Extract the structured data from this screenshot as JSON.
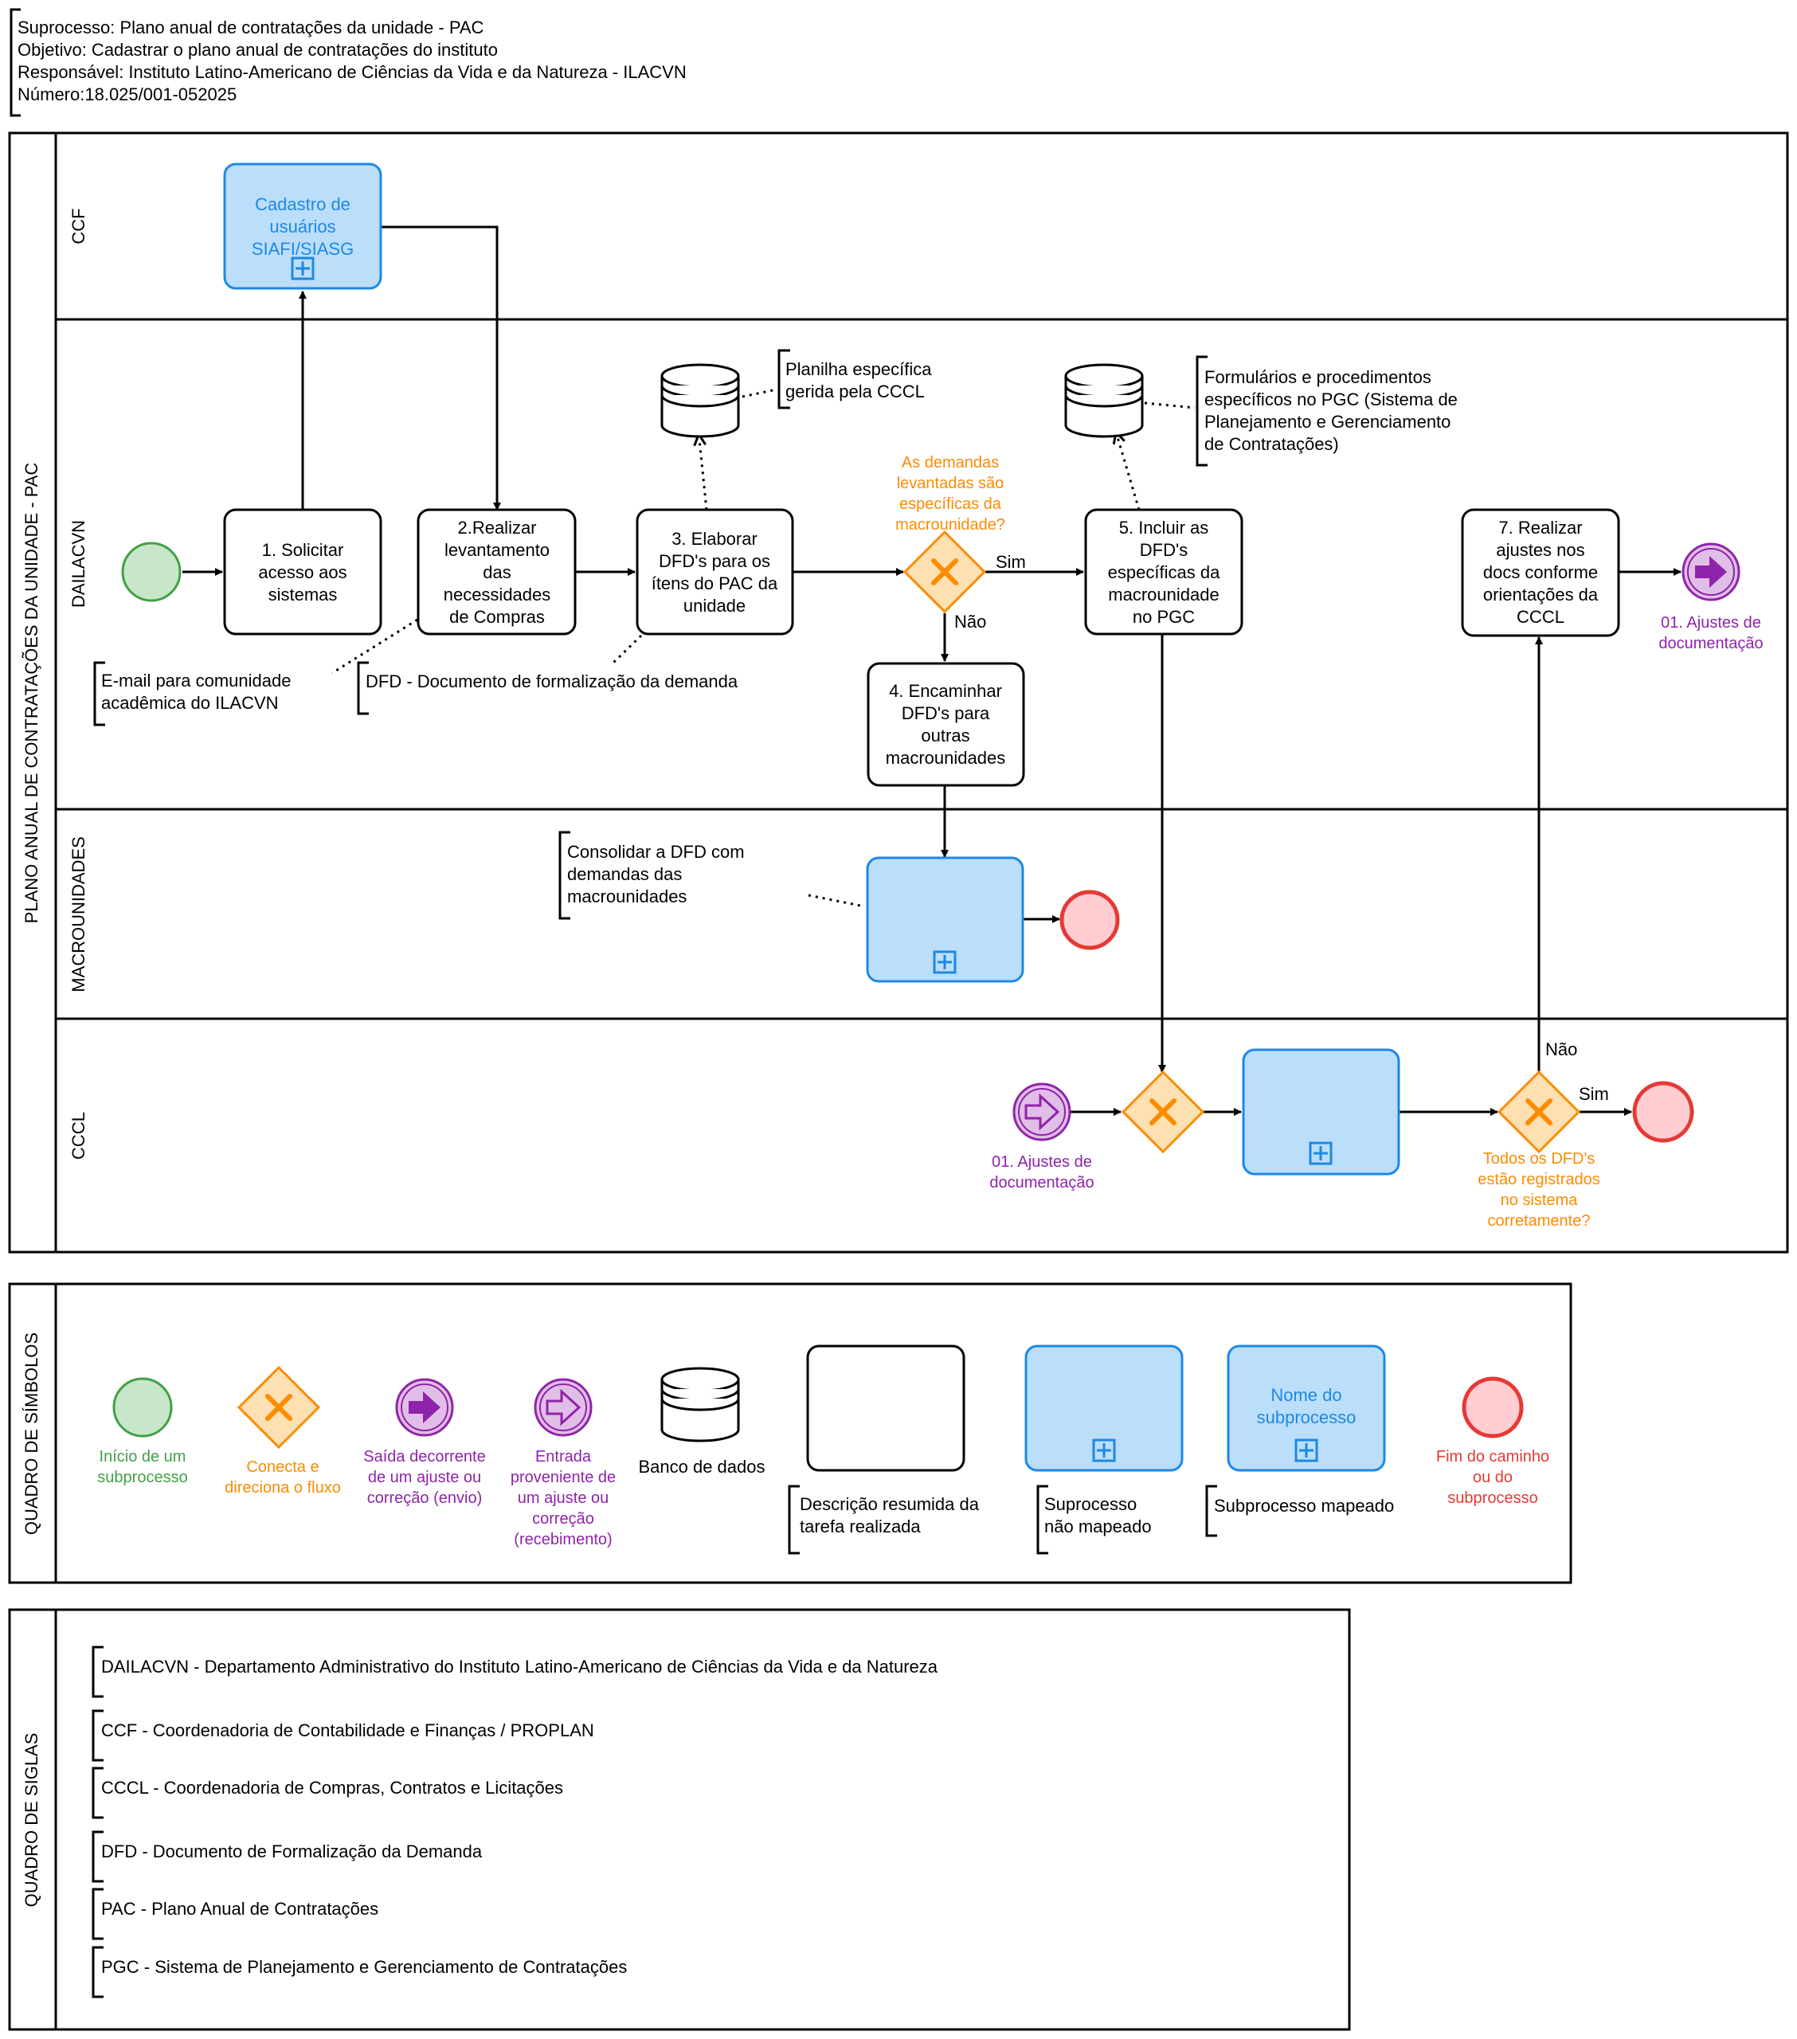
{
  "header": {
    "line1": "Suprocesso: Plano anual de contratações da unidade - PAC",
    "line2": "Objetivo: Cadastrar o plano anual de contratações do instituto",
    "line3": "Responsável: Instituto Latino-Americano de Ciências da Vida e da Natureza - ILACVN",
    "line4": "Número:18.025/001-052025"
  },
  "pool": {
    "title": "PLANO ANUAL DE CONTRATAÇÕES DA UNIDADE - PAC",
    "lanes": [
      "CCF",
      "DAILACVN",
      "MACROUNIDADES",
      "CCCL"
    ]
  },
  "nodes": {
    "cadastro": [
      "Cadastro de",
      "usuários",
      "SIAFI/SIASG"
    ],
    "task1": [
      "1. Solicitar",
      "acesso aos",
      "sistemas"
    ],
    "task2": [
      "2.Realizar",
      "levantamento",
      "das",
      "necessidades",
      "de Compras"
    ],
    "task3": [
      "3. Elaborar",
      "DFD's para os",
      "ítens do PAC da",
      "unidade"
    ],
    "task4": [
      "4. Encaminhar",
      "DFD's para",
      "outras",
      "macrounidades"
    ],
    "task5": [
      "5. Incluir as",
      "DFD's",
      "específicas da",
      "macrounidade",
      "no PGC"
    ],
    "task7": [
      "7. Realizar",
      "ajustes nos",
      "docs conforme",
      "orientações da",
      "CCCL"
    ],
    "gw1": [
      "As demandas",
      "levantadas são",
      "específicas da",
      "macrounidade?"
    ],
    "gw3": [
      "Todos os DFD's",
      "estão registrados",
      "no sistema",
      "corretamente?"
    ],
    "link_out": [
      "01. Ajustes de",
      "documentação"
    ],
    "link_in": [
      "01. Ajustes de",
      "documentação"
    ],
    "sim1": "Sim",
    "nao1": "Não",
    "sim2": "Sim",
    "nao2": "Não"
  },
  "annotations": {
    "planilha": [
      "Planilha específica",
      "gerida pela CCCL"
    ],
    "formularios": [
      "Formulários e procedimentos",
      "específicos no PGC (Sistema de",
      "Planejamento e Gerenciamento",
      "de Contratações)"
    ],
    "email": [
      "E-mail para comunidade",
      "acadêmica do ILACVN"
    ],
    "dfd": [
      "DFD - Documento de formalização da demanda"
    ],
    "consolidar": [
      "Consolidar a DFD com",
      "demandas das",
      "macrounidades"
    ]
  },
  "legend": {
    "title": "QUADRO DE SÍMBOLOS",
    "start": [
      "Início de um",
      "subprocesso"
    ],
    "gateway": [
      "Conecta e",
      "direciona o fluxo"
    ],
    "link_out": [
      "Saída decorrente",
      "de um ajuste ou",
      "correção (envio)"
    ],
    "link_in": [
      "Entrada",
      "proveniente de",
      "um ajuste ou",
      "correção",
      "(recebimento)"
    ],
    "database": [
      "Banco de dados"
    ],
    "task": [
      "Descrição resumida da",
      "tarefa realizada"
    ],
    "subprocess_unmapped": [
      "Suprocesso",
      "não mapeado"
    ],
    "subprocess_name": [
      "Nome do",
      "subprocesso"
    ],
    "subprocess_mapped": [
      "Subprocesso mapeado"
    ],
    "end": [
      "Fim do caminho",
      "ou do",
      "subprocesso"
    ]
  },
  "acronyms": {
    "title": "QUADRO DE SIGLAS",
    "items": [
      "DAILACVN - Departamento Administrativo do Instituto Latino-Americano de Ciências da Vida e da Natureza",
      "CCF - Coordenadoria de Contabilidade e Finanças / PROPLAN",
      "CCCL - Coordenadoria de Compras, Contratos e Licitações",
      "DFD - Documento de Formalização da Demanda",
      "PAC - Plano Anual de Contratações",
      "PGC - Sistema de Planejamento e Gerenciamento de Contratações"
    ]
  },
  "colors": {
    "subprocess_fill": "#bbdefb",
    "subprocess_stroke": "#1e88e5",
    "gateway_fill": "#ffe0b2",
    "gateway_stroke": "#fb8c00",
    "start_fill": "#c8e6c9",
    "start_stroke": "#43a047",
    "end_fill": "#ffcdd2",
    "end_stroke": "#e53935",
    "link_fill": "#e1bee7",
    "link_stroke": "#8e24aa"
  }
}
